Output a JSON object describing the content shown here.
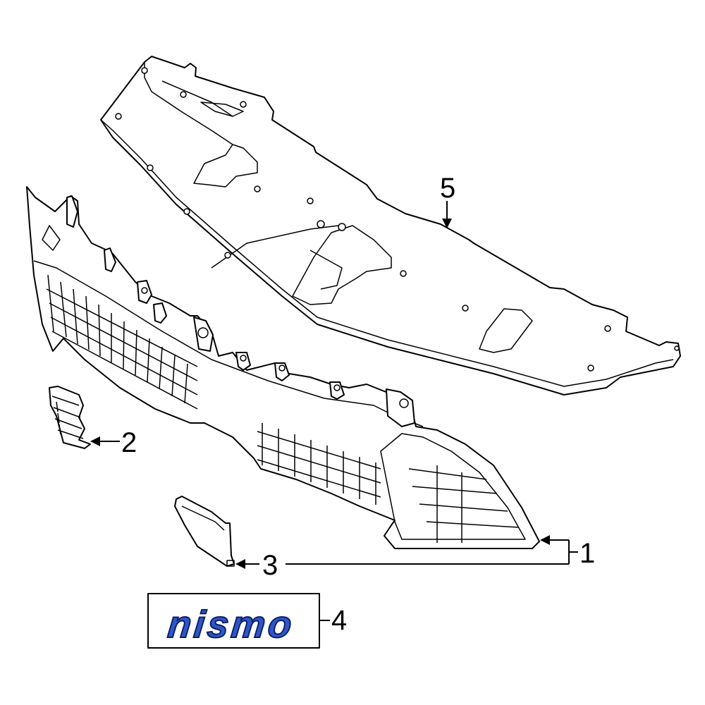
{
  "diagram": {
    "callouts": [
      {
        "id": "1",
        "label": "1",
        "part": "bumper-grille"
      },
      {
        "id": "2",
        "label": "2",
        "part": "side-insert"
      },
      {
        "id": "3",
        "label": "3",
        "part": "cover-cap"
      },
      {
        "id": "4",
        "label": "4",
        "part": "nismo-emblem"
      },
      {
        "id": "5",
        "label": "5",
        "part": "radiator-shield"
      }
    ],
    "emblem": {
      "text": "nismo",
      "color": "#2f56c8",
      "outline_color": "#0b1f66"
    },
    "colors": {
      "line": "#000000",
      "background": "#ffffff"
    }
  }
}
